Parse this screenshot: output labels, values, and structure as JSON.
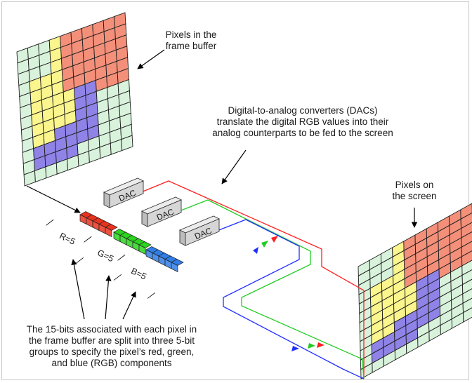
{
  "labels": {
    "frame_buffer": "Pixels in the\nframe buffer",
    "dacs": "Digital-to-analog converters (DACs)\ntranslate the digital RGB values into their\nanalog counterparts to be fed to the screen",
    "screen": "Pixels on\nthe screen",
    "bits": "The 15-bits associated with each pixel in\nthe frame buffer are split into three 5-bit\ngroups to specify the pixel’s red, green,\nand blue (RGB) components"
  },
  "dac_label": "DAC",
  "bit_groups": [
    {
      "name": "R",
      "label": "R=5",
      "bits": 5,
      "color": "#e8321e"
    },
    {
      "name": "G",
      "label": "G=5",
      "bits": 5,
      "color": "#2bd41e"
    },
    {
      "name": "B",
      "label": "B=5",
      "bits": 5,
      "color": "#2f7de6"
    }
  ],
  "colors": {
    "grid_background": "#d9f2dc",
    "yellow_region": "#fbf58d",
    "red_region": "#f4907a",
    "blue_region": "#8f83e8",
    "red_wire": "#ff2020",
    "green_wire": "#20cc20",
    "blue_wire": "#2030ff",
    "dac_box": "#d6d6d6"
  }
}
